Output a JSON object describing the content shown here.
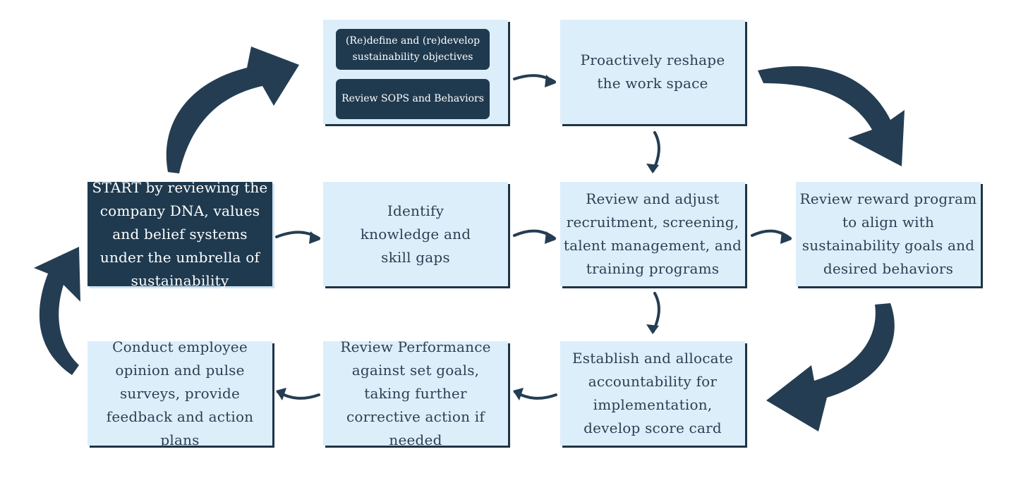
{
  "colors": {
    "box_fill": "#ddeefb",
    "dark_fill": "#1f3a4f",
    "arrow": "#243d52",
    "text": "#2c3f52"
  },
  "boxes": {
    "start": "START by reviewing the company DNA, values and belief systems under the umbrella of sustainability",
    "objectives_group": {
      "pill_1": "(Re)define and (re)develop sustainability objectives",
      "pill_2": "Review SOPS and Behaviors"
    },
    "reshape": "Proactively reshape the work space",
    "gaps": "Identify knowledge and skill gaps",
    "recruitment": "Review and adjust recruitment, screening, talent management, and training programs",
    "reward": "Review reward program to align with sustainability goals and desired behaviors",
    "accountability": "Establish and allocate accountability for implementation, develop score card",
    "performance": "Review Performance against set goals, taking further corrective action if needed",
    "surveys": "Conduct employee opinion and pulse surveys, provide feedback and action plans"
  }
}
